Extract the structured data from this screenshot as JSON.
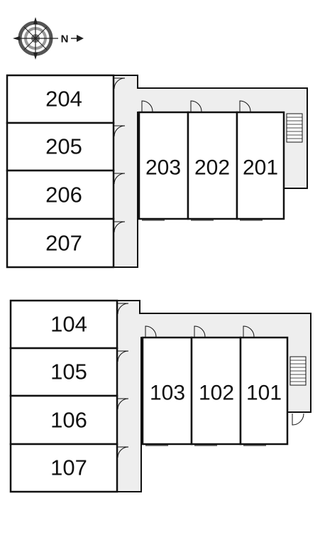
{
  "compass": {
    "icon": "compass-icon",
    "north_label": "N"
  },
  "colors": {
    "corridor": "#eeeeee",
    "wall": "#111111",
    "room": "#ffffff"
  },
  "floor2": {
    "west_rooms": [
      "204",
      "205",
      "206",
      "207"
    ],
    "east_rooms": [
      "203",
      "202",
      "201"
    ]
  },
  "floor1": {
    "west_rooms": [
      "104",
      "105",
      "106",
      "107"
    ],
    "east_rooms": [
      "103",
      "102",
      "101"
    ]
  }
}
